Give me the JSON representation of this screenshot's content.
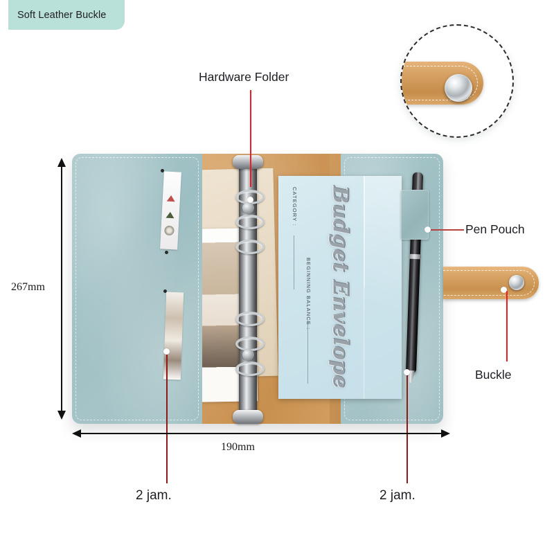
{
  "badge": {
    "text": "Soft Leather Buckle",
    "bg_color": "#b9e0d9"
  },
  "callouts": [
    {
      "id": "hardware-folder",
      "label": "Hardware Folder"
    },
    {
      "id": "pen-pouch",
      "label": "Pen Pouch"
    },
    {
      "id": "buckle",
      "label": "Buckle"
    },
    {
      "id": "bottom-left",
      "label": "2 jam."
    },
    {
      "id": "bottom-right",
      "label": "2 jam."
    }
  ],
  "labels": {
    "hardware_folder": "Hardware Folder",
    "pen_pouch": "Pen Pouch",
    "buckle": "Buckle",
    "jam_left": "2 jam.",
    "jam_right": "2 jam."
  },
  "dimensions": {
    "height": "267mm",
    "width": "190mm"
  },
  "product": {
    "envelope_title": "Budget Envelope",
    "envelope_fields": {
      "category": "CATEGORY :",
      "beginning_balance": "BEGINNING BALANCE :"
    }
  },
  "colors": {
    "badge": "#b9e0d9",
    "leader_red": "#ec1c24",
    "leader_dark_red": "#8c1a17",
    "suede_blue": "#a0c2c6",
    "leather_tan": "#d3a061",
    "envelope_blue": "#cde4ec",
    "page_background": "#ffffff",
    "text": "#1d1d24"
  },
  "zoom_detail": {
    "name": "buckle-snap-closeup",
    "style": "dashed-circle-magnifier"
  }
}
